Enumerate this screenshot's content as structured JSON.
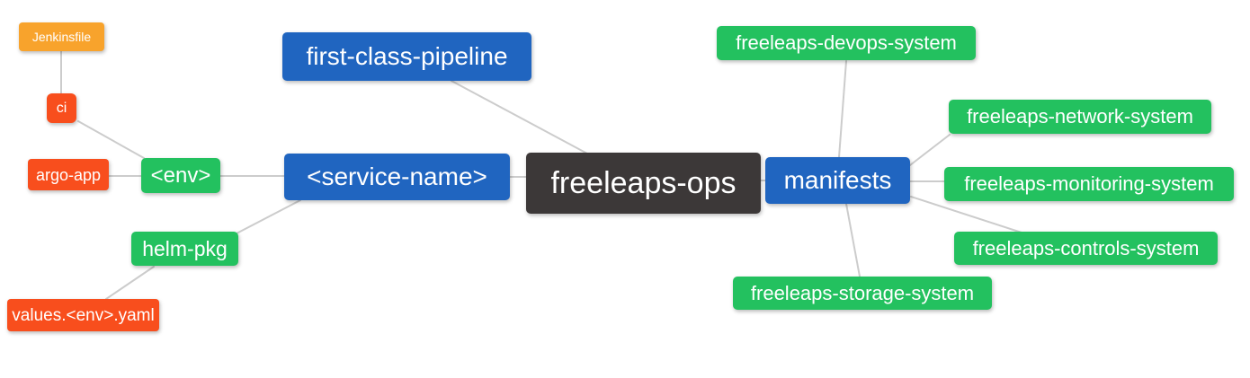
{
  "diagram": {
    "type": "mindmap",
    "root": "freeleaps_ops",
    "nodes": {
      "jenkinsfile": {
        "label": "Jenkinsfile",
        "color_role": "leaf_amber"
      },
      "ci": {
        "label": "ci",
        "color_role": "leaf_orange"
      },
      "argo_app": {
        "label": "argo-app",
        "color_role": "leaf_orange"
      },
      "env": {
        "label": "<env>",
        "color_role": "leaf_green"
      },
      "helm_pkg": {
        "label": "helm-pkg",
        "color_role": "leaf_green"
      },
      "values_env_yaml": {
        "label": "values.<env>.yaml",
        "color_role": "leaf_orange"
      },
      "first_class_pipeline": {
        "label": "first-class-pipeline",
        "color_role": "branch_blue"
      },
      "service_name": {
        "label": "<service-name>",
        "color_role": "branch_blue"
      },
      "freeleaps_ops": {
        "label": "freeleaps-ops",
        "color_role": "root_dark"
      },
      "manifests": {
        "label": "manifests",
        "color_role": "branch_blue"
      },
      "devops_system": {
        "label": "freeleaps-devops-system",
        "color_role": "leaf_green"
      },
      "network_system": {
        "label": "freeleaps-network-system",
        "color_role": "leaf_green"
      },
      "monitoring_system": {
        "label": "freeleaps-monitoring-system",
        "color_role": "leaf_green"
      },
      "controls_system": {
        "label": "freeleaps-controls-system",
        "color_role": "leaf_green"
      },
      "storage_system": {
        "label": "freeleaps-storage-system",
        "color_role": "leaf_green"
      }
    },
    "edges": [
      {
        "from": "ci",
        "to": "jenkinsfile"
      },
      {
        "from": "env",
        "to": "ci"
      },
      {
        "from": "env",
        "to": "argo_app"
      },
      {
        "from": "service_name",
        "to": "env"
      },
      {
        "from": "service_name",
        "to": "helm_pkg"
      },
      {
        "from": "helm_pkg",
        "to": "values_env_yaml"
      },
      {
        "from": "freeleaps_ops",
        "to": "first_class_pipeline"
      },
      {
        "from": "freeleaps_ops",
        "to": "service_name"
      },
      {
        "from": "freeleaps_ops",
        "to": "manifests"
      },
      {
        "from": "manifests",
        "to": "devops_system"
      },
      {
        "from": "manifests",
        "to": "network_system"
      },
      {
        "from": "manifests",
        "to": "monitoring_system"
      },
      {
        "from": "manifests",
        "to": "controls_system"
      },
      {
        "from": "manifests",
        "to": "storage_system"
      }
    ]
  },
  "colors": {
    "root_dark": "#3C3838",
    "branch_blue": "#2065C0",
    "leaf_green": "#23C15F",
    "leaf_orange": "#F84E1D",
    "leaf_amber": "#F8A32C",
    "edge": "#CCCCCC",
    "text": "#FFFFFF",
    "background": "#FFFFFF"
  }
}
